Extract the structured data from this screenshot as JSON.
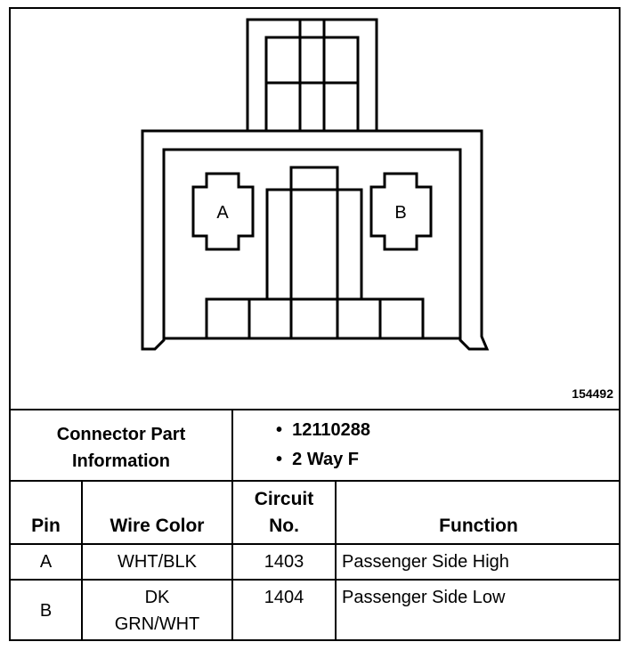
{
  "figure_id": "154492",
  "connector": {
    "pin_a_label": "A",
    "pin_b_label": "B"
  },
  "part_info": {
    "label_line1": "Connector Part",
    "label_line2": "Information",
    "bullet": "•",
    "items": [
      "12110288",
      "2 Way F"
    ]
  },
  "table": {
    "headers": {
      "pin": "Pin",
      "wire_color": "Wire Color",
      "circuit_line1": "Circuit",
      "circuit_line2": "No.",
      "function": "Function"
    },
    "rows": [
      {
        "pin": "A",
        "wire_line1": "WHT/BLK",
        "wire_line2": "",
        "circuit": "1403",
        "function": "Passenger Side High"
      },
      {
        "pin": "B",
        "wire_line1": "DK",
        "wire_line2": "GRN/WHT",
        "circuit": "1404",
        "function": "Passenger Side Low"
      }
    ]
  }
}
